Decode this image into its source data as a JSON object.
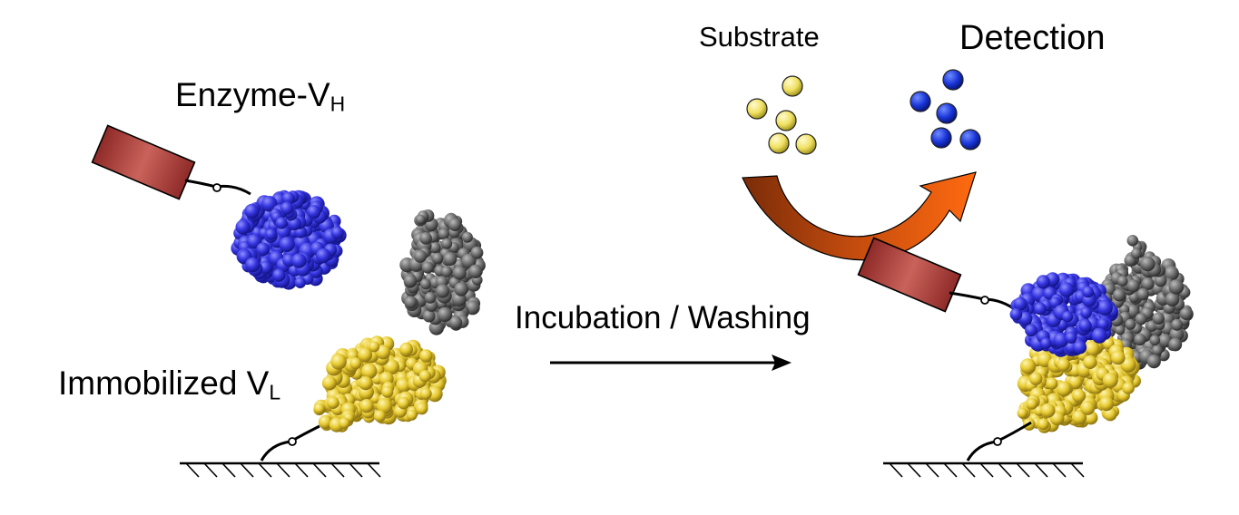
{
  "labels": {
    "enzyme_prefix": "Enzyme-V",
    "enzyme_sub": "H",
    "immobilized_prefix": "Immobilized V",
    "immobilized_sub": "L",
    "process": "Incubation / Washing",
    "substrate": "Substrate",
    "detection": "Detection"
  },
  "colors": {
    "enzyme": "#b5413c",
    "vh_domain": "#3535e0",
    "vl_domain": "#e6c930",
    "antigen": "#6e6e6e",
    "substrate_molecule": "#f0e060",
    "product_molecule": "#1a35d8",
    "reaction_arrow": "#e05a10"
  }
}
